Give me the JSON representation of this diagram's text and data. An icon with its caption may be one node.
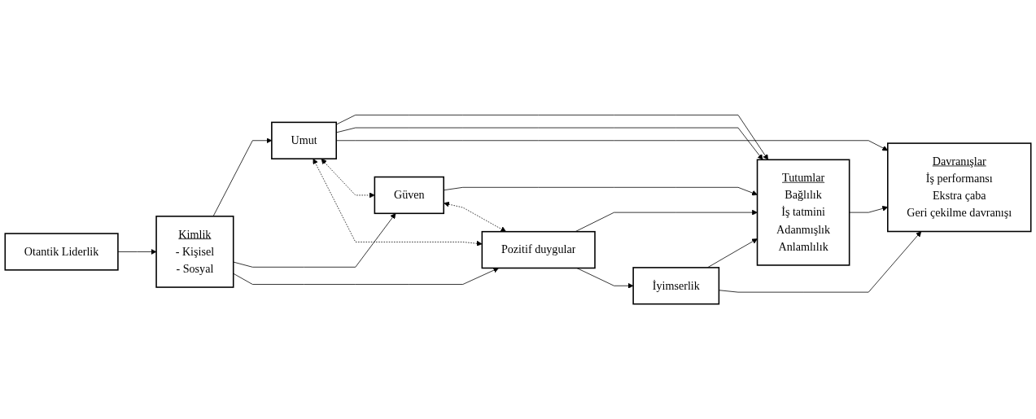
{
  "diagram": {
    "nodes": [
      {
        "text": [
          "Otantik Liderlik"
        ]
      },
      {
        "text": [
          "Kimlik",
          "- Kişisel",
          "- Sosyal"
        ]
      },
      {
        "text": [
          "Umut"
        ]
      },
      {
        "text": [
          "Güven"
        ]
      },
      {
        "text": [
          "Pozitif duygular"
        ]
      },
      {
        "text": [
          "Tutumlar",
          "Bağlılık",
          "İş tatmini",
          "Adanmışlık",
          "Anlamlılık"
        ]
      },
      {
        "text": [
          "Davranışlar",
          "İş performansı",
          "Ekstra çaba",
          "Geri çekilme davranışı"
        ]
      },
      {
        "text": [
          "İyimserlik"
        ]
      }
    ],
    "edges": [
      {
        "from": 0,
        "to": 1,
        "arrow": "to"
      },
      {
        "from": 1,
        "to": 2,
        "arrow": "to"
      },
      {
        "from": 1,
        "to": 3,
        "arrow": "to"
      },
      {
        "from": 1,
        "to": 4,
        "arrow": "to"
      },
      {
        "from": 2,
        "to": 5,
        "arrow": "to"
      },
      {
        "from": 3,
        "to": 5,
        "arrow": "to"
      },
      {
        "from": 4,
        "to": 5,
        "arrow": "to"
      },
      {
        "from": 5,
        "to": 6,
        "arrow": "to"
      },
      {
        "from": 2,
        "to": 5,
        "arrow": "to"
      },
      {
        "from": 2,
        "to": 6,
        "arrow": "to"
      },
      {
        "from": 2,
        "to": 3,
        "arrow": "both",
        "style": "dashed"
      },
      {
        "from": 3,
        "to": 4,
        "arrow": "both",
        "style": "dashed"
      },
      {
        "from": 4,
        "to": 2,
        "arrow": "both",
        "style": "dashed"
      },
      {
        "from": 4,
        "to": 7,
        "arrow": "to"
      },
      {
        "from": 7,
        "to": 5,
        "arrow": "to"
      },
      {
        "from": 7,
        "to": 6,
        "arrow": "to"
      }
    ]
  }
}
